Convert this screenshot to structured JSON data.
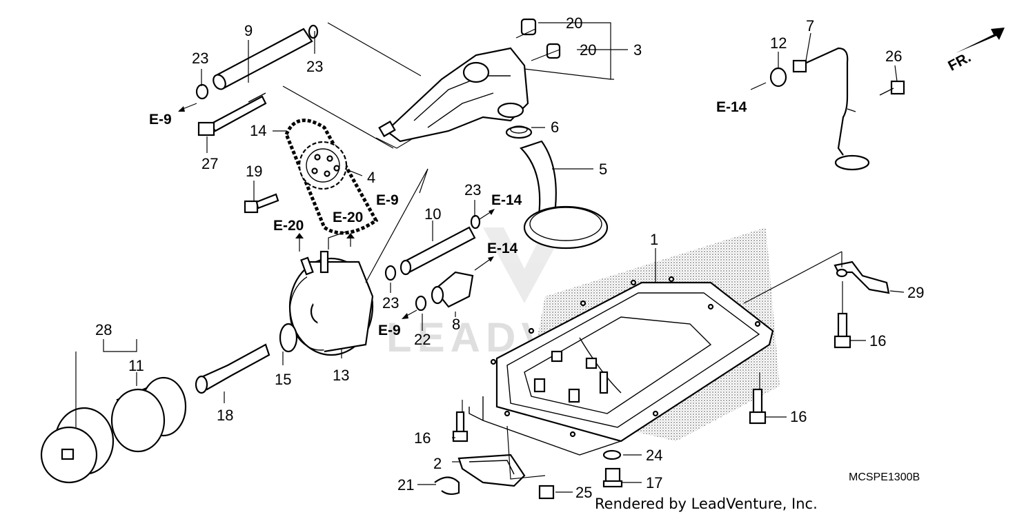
{
  "diagram": {
    "code": "MCSPE1300B",
    "credit": "Rendered by LeadVenture, Inc.",
    "watermark": "LEADVENTURE",
    "direction_label": "FR."
  },
  "callouts": {
    "p1": "1",
    "p2": "2",
    "p3": "3",
    "p4": "4",
    "p5": "5",
    "p6": "6",
    "p7": "7",
    "p8": "8",
    "p9": "9",
    "p10": "10",
    "p11": "11",
    "p12": "12",
    "p13": "13",
    "p14": "14",
    "p15": "15",
    "p16a": "16",
    "p16b": "16",
    "p16c": "16",
    "p17": "17",
    "p18": "18",
    "p19": "19",
    "p20a": "20",
    "p20b": "20",
    "p21": "21",
    "p22": "22",
    "p23a": "23",
    "p23b": "23",
    "p23c": "23",
    "p23d": "23",
    "p24": "24",
    "p25": "25",
    "p26": "26",
    "p27": "27",
    "p28": "28",
    "p29": "29"
  },
  "references": {
    "e9a": "E-9",
    "e9b": "E-9",
    "e9c": "E-9",
    "e14a": "E-14",
    "e14b": "E-14",
    "e14c": "E-14",
    "e20a": "E-20",
    "e20b": "E-20"
  }
}
